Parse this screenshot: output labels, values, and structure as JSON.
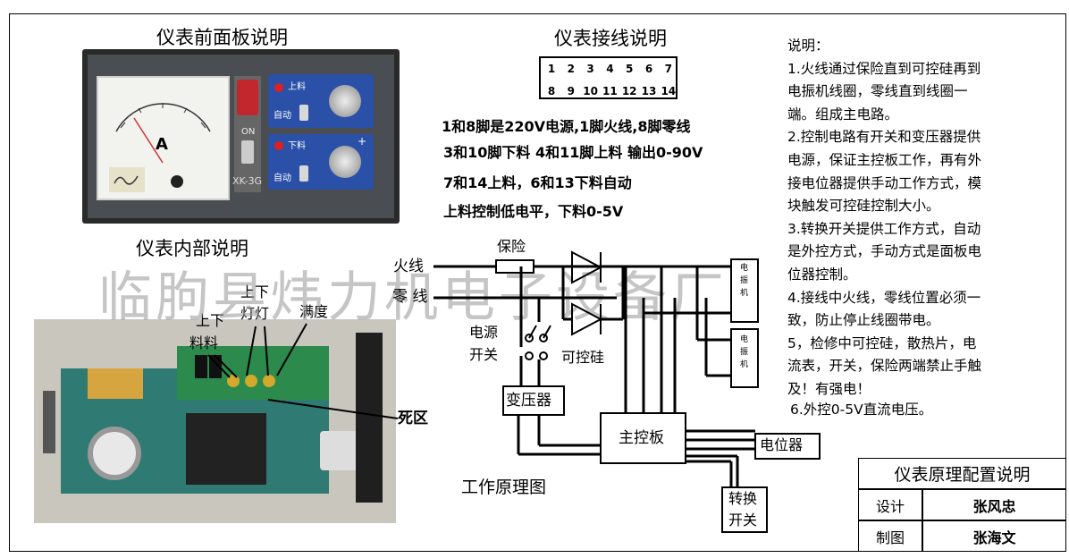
{
  "panel": {
    "title": "仪表前面板说明",
    "meter_unit": "A",
    "meter_model_text": "XK-3G",
    "on_label": "ON",
    "up_label": "上料",
    "auto_label_1": "自动",
    "down_label": "下料",
    "auto_label_2": "自动",
    "plus_label": "+"
  },
  "wiring": {
    "title": "仪表接线说明",
    "pins_top": [
      "1",
      "2",
      "3",
      "4",
      "5",
      "6",
      "7"
    ],
    "pins_bottom": [
      "8",
      "9",
      "10",
      "11",
      "12",
      "13",
      "14"
    ],
    "lines": [
      "1和8脚是220V电源,1脚火线,8脚零线",
      "3和10脚下料 4和11脚上料 输出0-90V",
      "7和14上料，6和13下料自动",
      "上料控制低电平，下料0-5V"
    ]
  },
  "internal": {
    "title": "仪表内部说明",
    "labels": {
      "up_down_material": [
        "上下",
        "料料"
      ],
      "up_down_lights": [
        "上下",
        "灯灯"
      ],
      "full": "满度",
      "dead_zone": "死区"
    }
  },
  "schematic": {
    "title": "工作原理图",
    "fuse": "保险",
    "live": "火线",
    "neutral": "零 线",
    "power_switch": [
      "电源",
      "开关"
    ],
    "thyristor": "可控硅",
    "transformer": "变压器",
    "main_board": "主控板",
    "potentiometer": "电位器",
    "mode_switch": [
      "转换",
      "开关"
    ],
    "motor_label": [
      "电",
      "振",
      "机"
    ]
  },
  "notes": [
    "说明：",
    "1.火线通过保险直到可控硅再到",
    "电振机线圈，零线直到线圈一",
    "端。组成主电路。",
    "2.控制电路有开关和变压器提供",
    "电源，保证主控板工作，再有外",
    "接电位器提供手动工作方式，模",
    "块触发可控硅控制大小。",
    "3.转换开关提供工作方式，自动",
    "是外控方式，手动方式是面板电",
    "位器控制。",
    "4.接线中火线，零线位置必须一",
    "致，防止停止线圈带电。",
    "5，检修中可控硅，散热片，电",
    "流表，开关，保险两端禁止手触",
    "及！有强电！"
  ],
  "note6": "6.外控0-5V直流电压。",
  "title_block": {
    "title": "仪表原理配置说明",
    "design_label": "设计",
    "design_value": "张风忠",
    "drafted_label": "制图",
    "drafted_value": "张海文"
  },
  "watermark": "临朐县炜力机电子设备厂"
}
